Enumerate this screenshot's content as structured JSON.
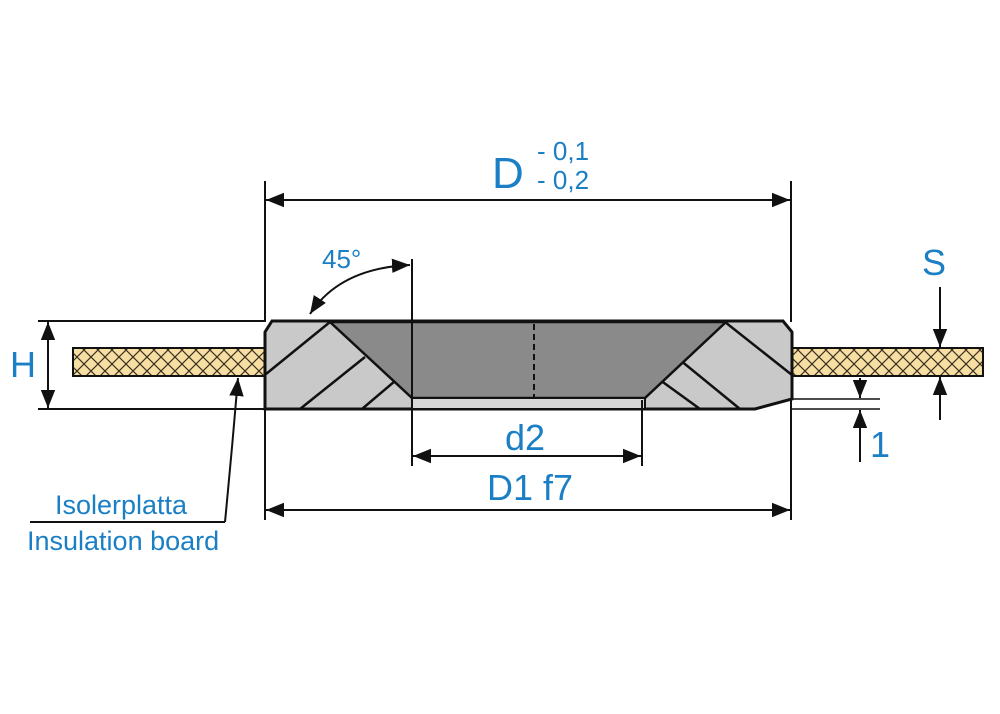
{
  "labels": {
    "D": "D",
    "D_tol_upper": "- 0,1",
    "D_tol_lower": "- 0,2",
    "angle": "45°",
    "S": "S",
    "H": "H",
    "d2": "d2",
    "D1": "D1 f7",
    "one": "1",
    "board_sv": "Isolerplatta",
    "board_en": "Insulation board"
  },
  "colors": {
    "text": "#1a7fc4",
    "board_fill": "#f7dfa3",
    "steel_fill": "#c9c9c9",
    "recess_fill": "#8a8a8a",
    "outline": "#111111"
  }
}
